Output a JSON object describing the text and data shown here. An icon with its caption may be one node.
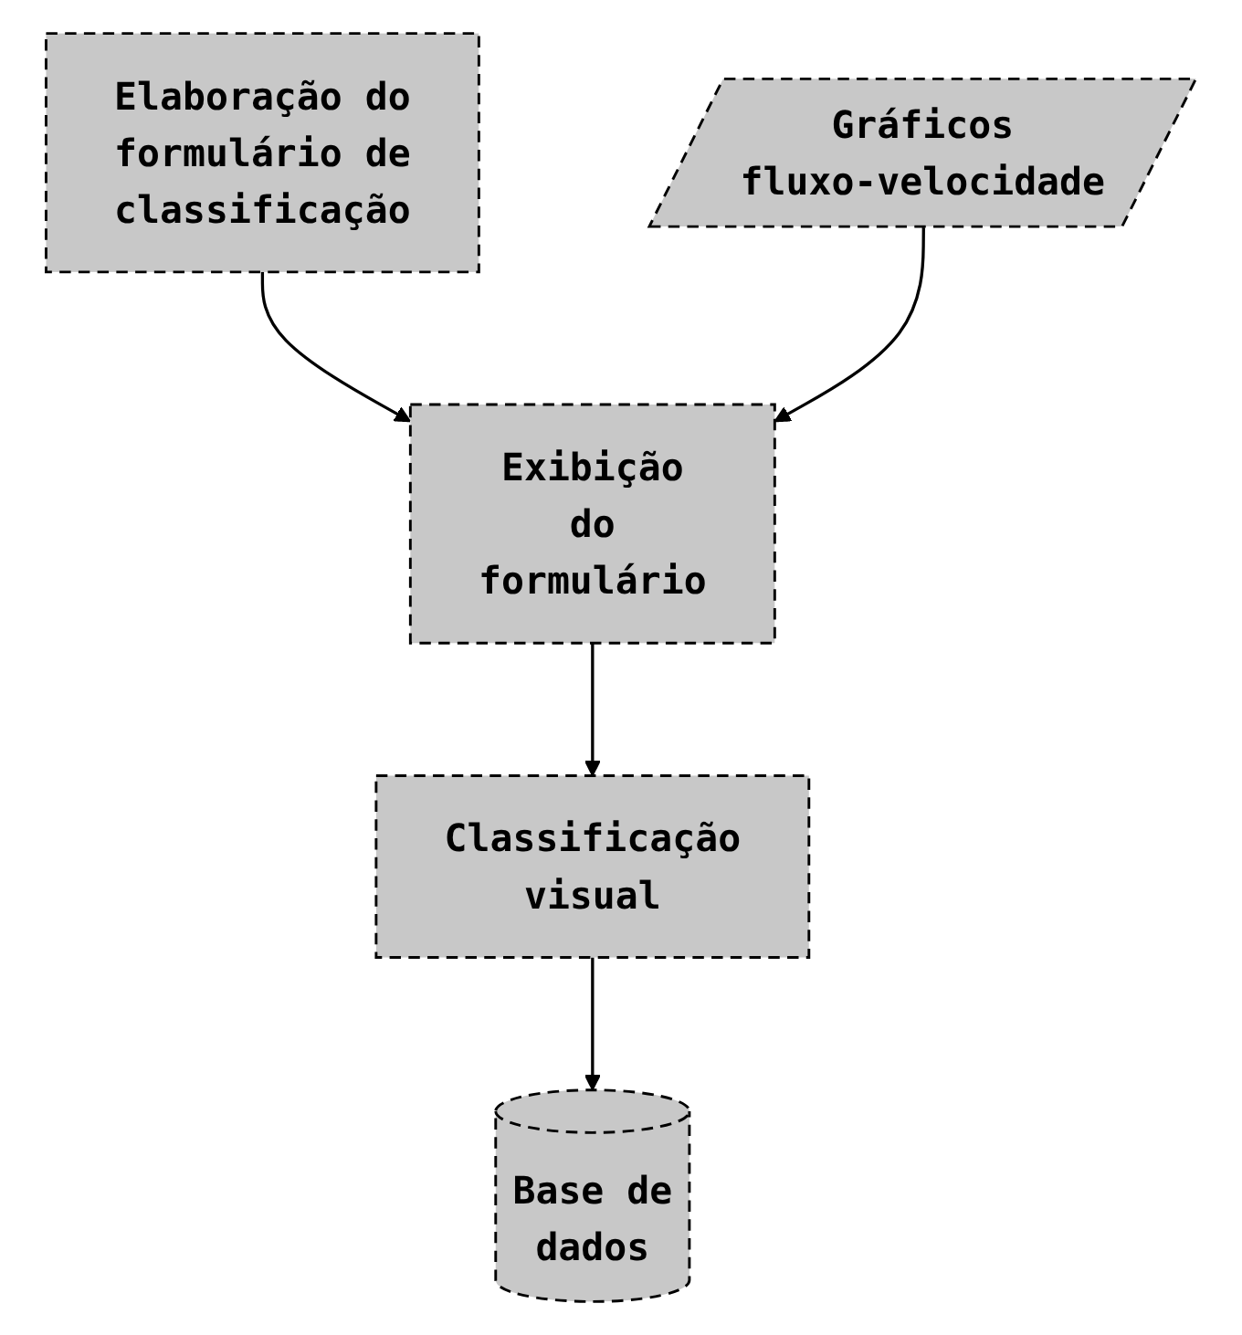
{
  "diagram": {
    "nodes": [
      {
        "text": [
          "Elaboração do formulário de classificação"
        ]
      },
      {
        "text": [
          "Gráficos fluxo-velocidade"
        ]
      },
      {
        "text": [
          "Exibição do formulário"
        ]
      },
      {
        "text": [
          "Classificação visual"
        ]
      },
      {
        "text": [
          "Base de dados"
        ]
      }
    ],
    "edges": [
      {
        "from": 0,
        "to": 2,
        "arrow": "to"
      },
      {
        "from": 1,
        "to": 2,
        "arrow": "to"
      },
      {
        "from": 2,
        "to": 3,
        "arrow": "to"
      },
      {
        "from": 3,
        "to": 4,
        "arrow": "to"
      }
    ]
  }
}
